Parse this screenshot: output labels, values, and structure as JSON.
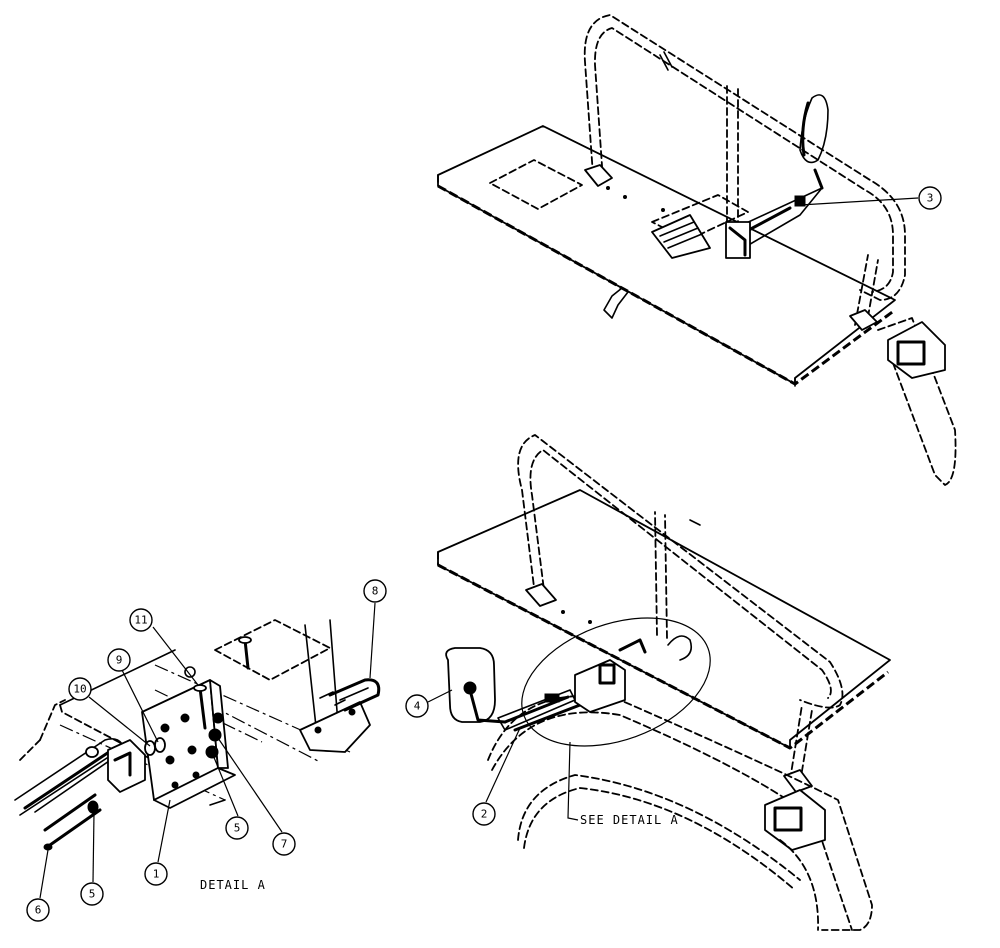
{
  "callouts": {
    "c1": "1",
    "c2": "2",
    "c3": "3",
    "c4": "4",
    "c5a": "5",
    "c5b": "5",
    "c6": "6",
    "c7": "7",
    "c8": "8",
    "c9": "9",
    "c10": "10",
    "c11": "11"
  },
  "labels": {
    "see_detail": "SEE DETAIL  A",
    "detail_title": "DETAIL  A"
  }
}
